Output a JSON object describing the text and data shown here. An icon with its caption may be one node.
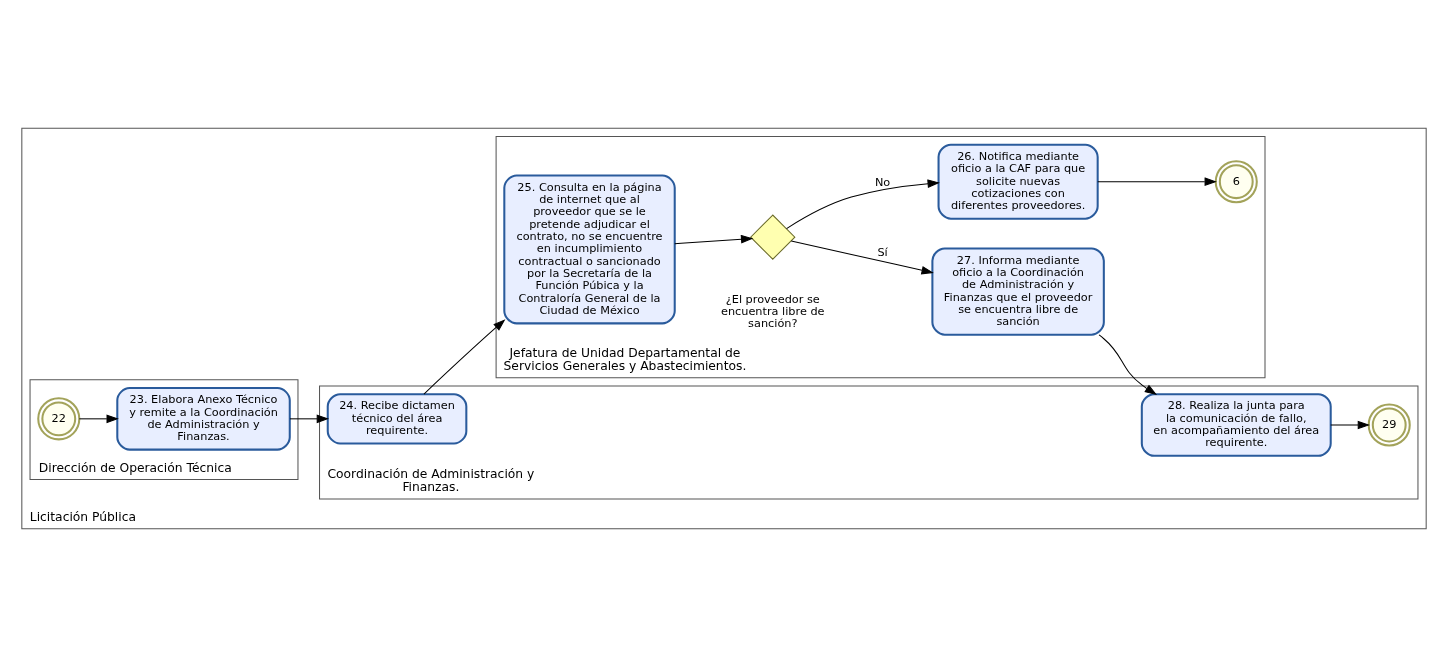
{
  "diagram": {
    "nodes": [
      {
        "text": [
          "Licitación Pública"
        ]
      },
      {
        "text": [
          "Coordinación de Administración y Finanzas."
        ],
        "in": 0
      },
      {
        "text": [
          "Jefatura de Unidad Departamental de Servicios Generales y Abastecimientos."
        ],
        "in": 0
      },
      {
        "text": [
          "Dirección de Operación Técnica"
        ],
        "in": 0
      },
      {
        "text": [
          "24. Recibe dictamen técnico del área requirente."
        ],
        "in": 1
      },
      {
        "text": [
          "28. Realiza la junta para la comunicación de fallo, en acompañamiento del área requirente."
        ],
        "in": 1
      },
      {
        "text": [
          "29"
        ],
        "in": 1
      },
      {
        "text": [
          "25. Consulta en la página de internet que al proveedor que se le pretende adjudicar el contrato, no se encuentre en incumplimiento contractual o sancionado por la Secretaría de la Función Púbica y la Contraloría General de la Ciudad de México"
        ],
        "in": 2
      },
      {
        "text": [],
        "shape": "diamond",
        "beside": [
          "¿El proveedor se encuentra libre de sanción?"
        ],
        "in": 2
      },
      {
        "text": [
          "27. Informa mediante oficio a la Coordinación de Administración y Finanzas que el proveedor se encuentra libre de sanción"
        ],
        "in": 2
      },
      {
        "text": [
          "26. Notifica mediante oficio a la CAF para que solicite nuevas cotizaciones con diferentes proveedores."
        ],
        "in": 2
      },
      {
        "text": [
          "6"
        ],
        "in": 2
      },
      {
        "text": [
          "22"
        ],
        "in": 3
      },
      {
        "text": [
          "23. Elabora Anexo Técnico y remite a la Coordinación de Administración y Finanzas."
        ],
        "in": 3
      }
    ],
    "edges": [
      {
        "from": 12,
        "to": 13,
        "arrow": "to"
      },
      {
        "from": 13,
        "to": 4,
        "arrow": "to"
      },
      {
        "from": 4,
        "to": 7,
        "arrow": "to"
      },
      {
        "from": 7,
        "to": 8,
        "arrow": "to"
      },
      {
        "from": 8,
        "to": 9,
        "arrow": "to",
        "label": "Sí"
      },
      {
        "from": 8,
        "to": 10,
        "arrow": "to",
        "label": "No"
      },
      {
        "from": 9,
        "to": 5,
        "arrow": "to"
      },
      {
        "from": 5,
        "to": 6,
        "arrow": "to"
      },
      {
        "from": 10,
        "to": 11,
        "arrow": "to"
      }
    ]
  }
}
